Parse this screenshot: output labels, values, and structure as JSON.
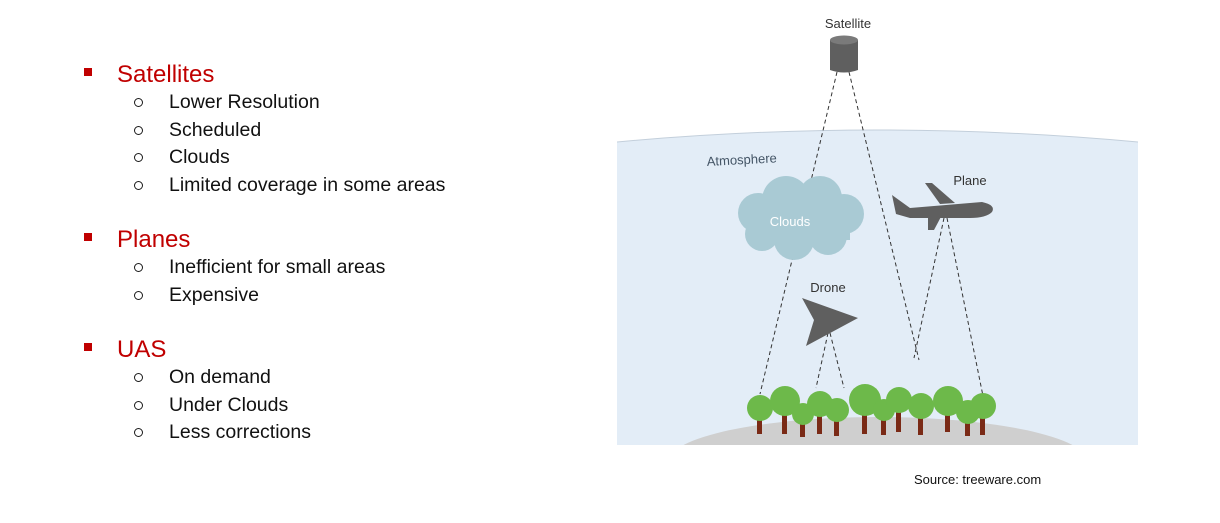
{
  "colors": {
    "heading": "#c00000",
    "bullet_square": "#c00000",
    "text": "#111111",
    "atmosphere": "#e3edf7",
    "ground": "#cfcfcf",
    "cloud": "#a9cad4",
    "device": "#5f5f5f",
    "tree_canopy": "#6db94a",
    "tree_trunk": "#7a2a16"
  },
  "groups": [
    {
      "title": "Satellites",
      "items": [
        "Lower Resolution",
        "Scheduled",
        "Clouds",
        "Limited coverage in some areas"
      ]
    },
    {
      "title": "Planes",
      "items": [
        "Inefficient for small areas",
        "Expensive"
      ]
    },
    {
      "title": "UAS",
      "items": [
        "On demand",
        "Under Clouds",
        "Less corrections"
      ]
    }
  ],
  "diagram": {
    "satellite_label": "Satellite",
    "atmosphere_label": "Atmosphere",
    "clouds_label": "Clouds",
    "plane_label": "Plane",
    "drone_label": "Drone",
    "icons": [
      "satellite-icon",
      "cloud-icon",
      "plane-icon",
      "drone-icon",
      "tree-icon"
    ]
  },
  "source": "Source: treeware.com"
}
